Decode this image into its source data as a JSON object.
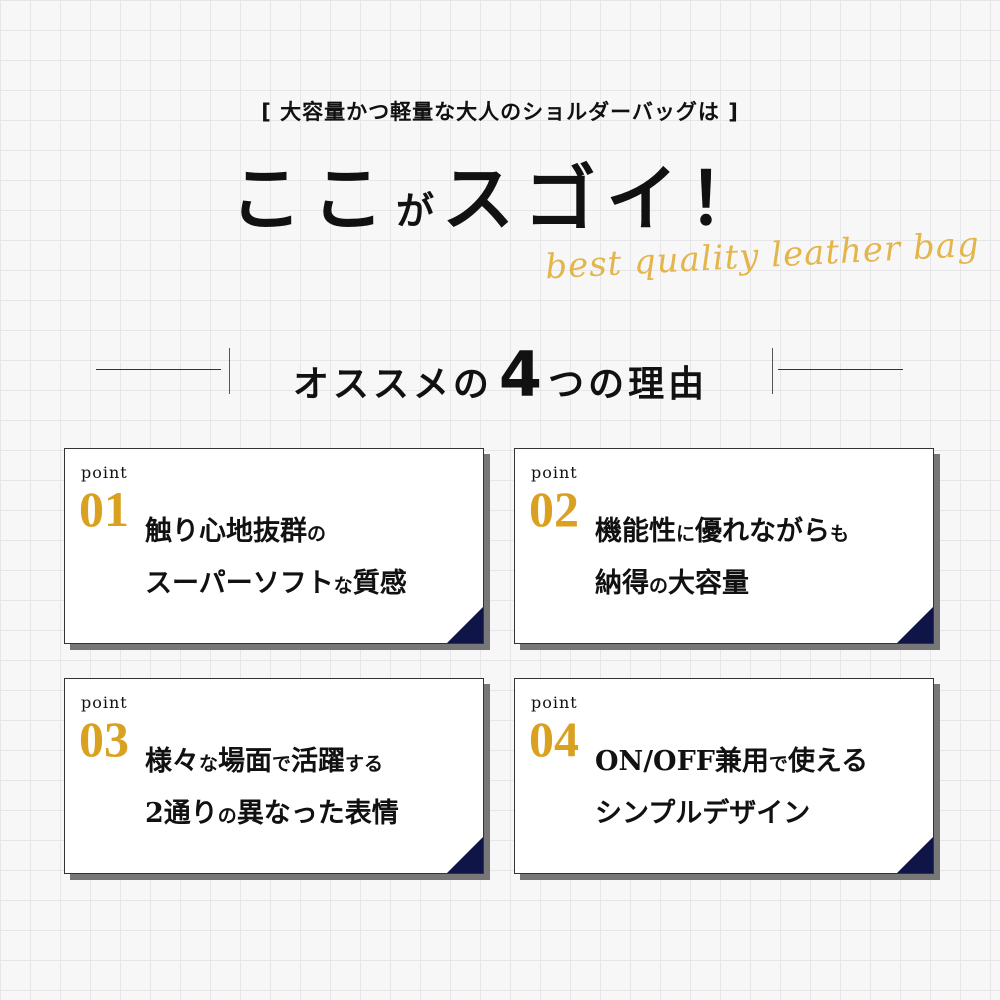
{
  "header": {
    "subtitle": "[ 大容量かつ軽量な大人のショルダーバッグは ]",
    "headline_a": "ここ",
    "headline_b": "が",
    "headline_c": "スゴイ！",
    "script": "best quality leather bag"
  },
  "reasons": {
    "title_a": "オススメの",
    "title_num": "4",
    "title_b": "つの理由"
  },
  "points": [
    {
      "label": "point",
      "number": "01",
      "line1_a": "触り心地抜群",
      "line1_b": "の",
      "line2_a": "スーパーソフト",
      "line2_b": "な",
      "line2_c": "質感"
    },
    {
      "label": "point",
      "number": "02",
      "line1_a": "機能性",
      "line1_b": "に",
      "line1_c": "優れながら",
      "line1_d": "も",
      "line2_a": "納得",
      "line2_b": "の",
      "line2_c": "大容量"
    },
    {
      "label": "point",
      "number": "03",
      "line1_a": "様々",
      "line1_b": "な",
      "line1_c": "場面",
      "line1_d": "で",
      "line1_e": "活躍",
      "line1_f": "する",
      "line2_a": "2通り",
      "line2_b": "の",
      "line2_c": "異なった表情"
    },
    {
      "label": "point",
      "number": "04",
      "line1_a": "ON/OFF兼用",
      "line1_b": "で",
      "line1_c": "使える",
      "line2_a": "シンプルデザイン"
    }
  ],
  "colors": {
    "accent": "#d9a11f",
    "script": "#e4b54a",
    "corner": "#0f1547"
  }
}
